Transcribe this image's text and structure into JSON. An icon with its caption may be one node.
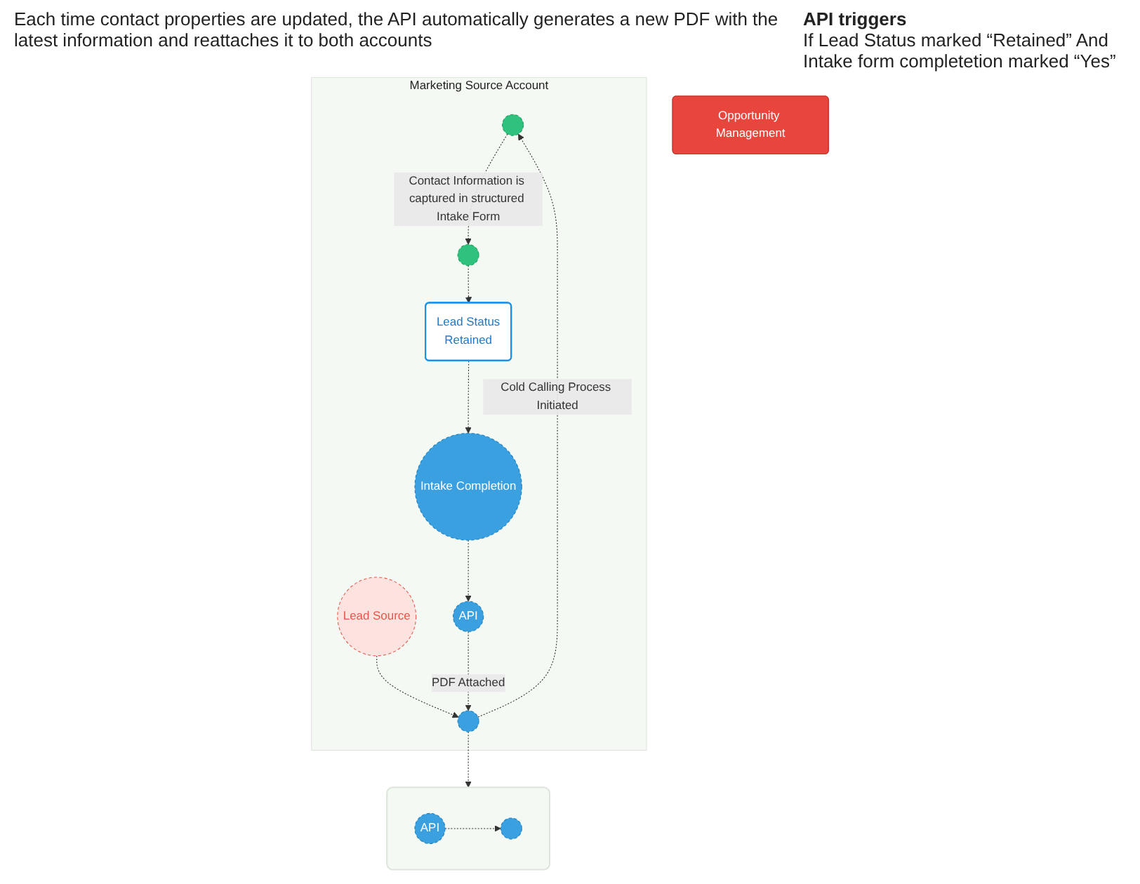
{
  "diagram": {
    "nodes": [
      {
        "text": [
          "Marketing Source Account"
        ]
      },
      {
        "text": [],
        "shape": "circle",
        "in": 0
      },
      {
        "text": [],
        "shape": "circle",
        "in": 0
      },
      {
        "text": [
          "Lead Status",
          "Retained"
        ],
        "in": 0
      },
      {
        "text": [
          "Lead Source"
        ],
        "in": 0
      },
      {
        "text": [],
        "shape": "circle",
        "in": 0
      },
      {
        "text": [
          "Intake Completion"
        ],
        "in": 0
      },
      {
        "text": [
          "API"
        ],
        "in": 0
      },
      {
        "text": [],
        "shape": "box"
      },
      {
        "text": [
          "API"
        ],
        "in": 8
      },
      {
        "text": [],
        "shape": "circle",
        "in": 8
      },
      {
        "text": [
          "Opportunity Management"
        ]
      }
    ],
    "edges": [
      {
        "from": 5,
        "to": 1,
        "arrow": "to",
        "label": "Cold Calling Process Initiated",
        "style": "dashed"
      },
      {
        "from": 1,
        "to": 2,
        "arrow": "to",
        "label": "Contact Information is captured in structured Intake Form",
        "style": "dashed"
      },
      {
        "from": 2,
        "to": 3,
        "arrow": "to",
        "style": "dashed"
      },
      {
        "from": 3,
        "to": 6,
        "arrow": "to",
        "style": "dashed"
      },
      {
        "from": 4,
        "to": 5,
        "arrow": "to",
        "style": "dashed"
      },
      {
        "from": 6,
        "to": 7,
        "arrow": "to",
        "style": "dashed"
      },
      {
        "from": 7,
        "to": 5,
        "arrow": "to",
        "label": "PDF Attached",
        "style": "dashed"
      },
      {
        "from": 5,
        "to": 8,
        "arrow": "to",
        "style": "dashed"
      },
      {
        "from": 9,
        "to": 10,
        "arrow": "to",
        "style": "dashed"
      }
    ],
    "labels": [
      "Each time contact properties are updated, the API automatically generates a new PDF with the latest information and reattaches it to both accounts",
      "API triggers",
      "If Lead Status marked “Retained” And Intake form completetion marked “Yes”"
    ]
  }
}
